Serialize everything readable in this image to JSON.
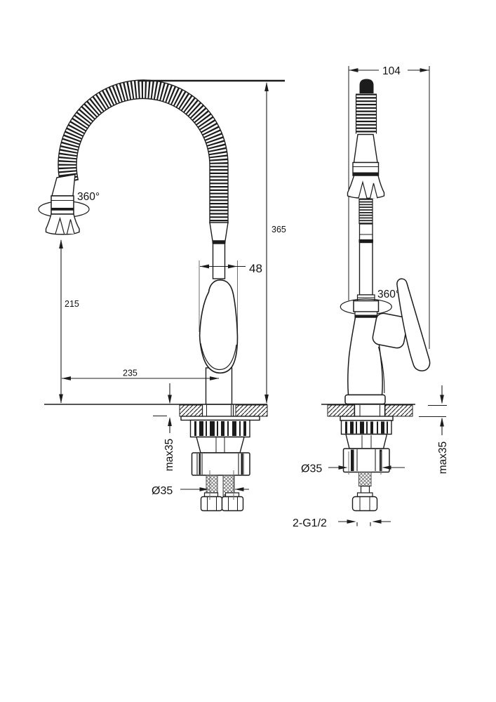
{
  "drawing": {
    "type": "technical-dimension-drawing",
    "subject": "kitchen faucet with flexible spout — front and side views",
    "background_color": "#ffffff",
    "line_color": "#1c1c1c",
    "extension_line_color": "#6e6e6e",
    "front_view": {
      "labels": {
        "swivel_angle": "360°",
        "total_height": "365",
        "body_width": "48",
        "outlet_height": "215",
        "spout_reach": "235",
        "max_deck_thickness": "max35",
        "mount_hole_diameter": "Ø35"
      }
    },
    "side_view": {
      "labels": {
        "overall_depth": "104",
        "swivel_angle": "360°",
        "mount_hole_diameter": "Ø35",
        "max_deck_thickness": "max35",
        "supply_hose_thread": "2-G1/2"
      }
    }
  }
}
